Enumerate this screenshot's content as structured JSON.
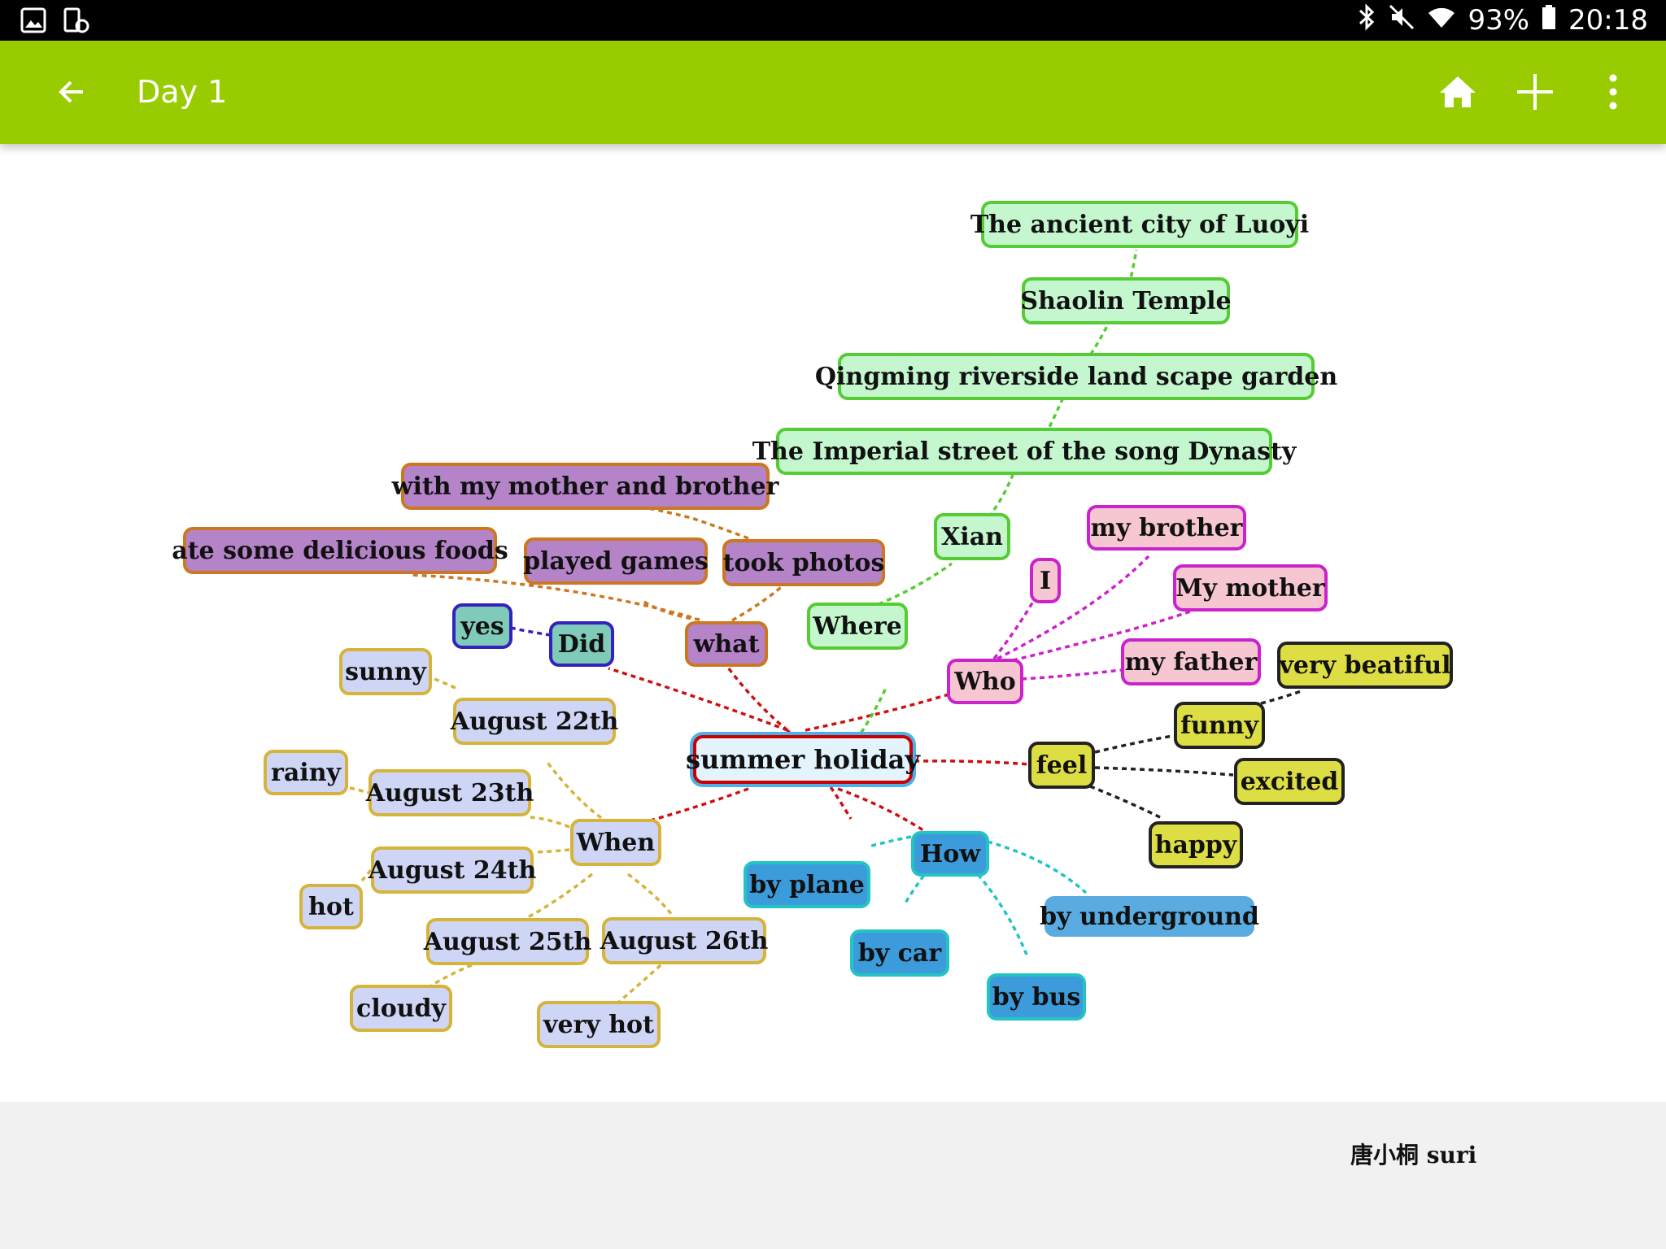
{
  "status_bar": {
    "battery": "93%",
    "time": "20:18"
  },
  "app_bar": {
    "title": "Day 1",
    "back_icon": "arrow-left-icon",
    "home_icon": "home-icon",
    "add_icon": "plus-icon",
    "menu_icon": "more-vertical-icon"
  },
  "mindmap": {
    "root": "summer holiday",
    "where": {
      "label": "Where",
      "xian": "Xian",
      "imperial": "The Imperial street of the song Dynasty",
      "qingming": "Qingming riverside land scape garden",
      "shaolin": "Shaolin Temple",
      "luoyi": "The ancient city of Luoyi"
    },
    "what": {
      "label": "what",
      "mother_brother": "with my mother and brother",
      "delicious": "ate some delicious foods",
      "games": "played games",
      "photos": "took photos"
    },
    "did": {
      "label": "Did",
      "yes": "yes"
    },
    "who": {
      "label": "Who",
      "i": "I",
      "brother": "my brother",
      "mother": "My mother",
      "father": "my father"
    },
    "feel": {
      "label": "feel",
      "beautiful": "very beatiful",
      "funny": "funny",
      "excited": "excited",
      "happy": "happy"
    },
    "how": {
      "label": "How",
      "plane": "by plane",
      "underground": "by underground",
      "car": "by car",
      "bus": "by bus"
    },
    "when": {
      "label": "When",
      "aug22": "August 22th",
      "sunny": "sunny",
      "aug23": "August 23th",
      "rainy": "rainy",
      "aug24": "August 24th",
      "hot": "hot",
      "aug25": "August 25th",
      "cloudy": "cloudy",
      "aug26": "August 26th",
      "very_hot": "very hot"
    },
    "author": "唐小桐 suri"
  },
  "colors": {
    "app_bar": "#99cc00",
    "root_link": "#cc1111",
    "where_branch": "#55cc33",
    "what_branch": "#cc7722",
    "did_branch": "#3322bb",
    "who_branch": "#cc22cc",
    "feel_branch": "#222222",
    "how_branch": "#22c4c4",
    "when_branch": "#d6b33a"
  }
}
